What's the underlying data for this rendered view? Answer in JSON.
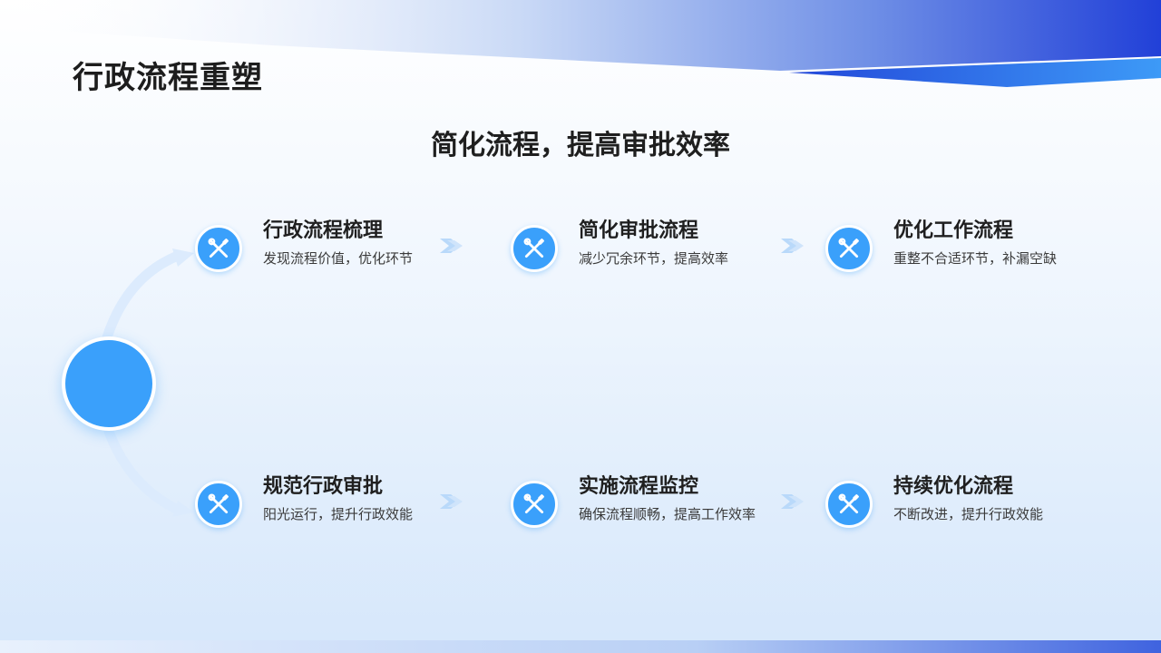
{
  "page": {
    "title": "行政流程重塑",
    "subtitle": "简化流程，提高审批效率"
  },
  "colors": {
    "accent": "#3aa0fb",
    "banner_dark": "#2140d8",
    "banner_light": "#3d8ef5",
    "arrow": "#b9d9fa"
  },
  "steps": [
    {
      "title": "行政流程梳理",
      "desc": "发现流程价值，优化环节",
      "icon": "tools-icon"
    },
    {
      "title": "简化审批流程",
      "desc": "减少冗余环节，提高效率",
      "icon": "tools-icon"
    },
    {
      "title": "优化工作流程",
      "desc": "重整不合适环节，补漏空缺",
      "icon": "tools-icon"
    },
    {
      "title": "规范行政审批",
      "desc": "阳光运行，提升行政效能",
      "icon": "tools-icon"
    },
    {
      "title": "实施流程监控",
      "desc": "确保流程顺畅，提高工作效率",
      "icon": "tools-icon"
    },
    {
      "title": "持续优化流程",
      "desc": "不断改进，提升行政效能",
      "icon": "tools-icon"
    }
  ]
}
